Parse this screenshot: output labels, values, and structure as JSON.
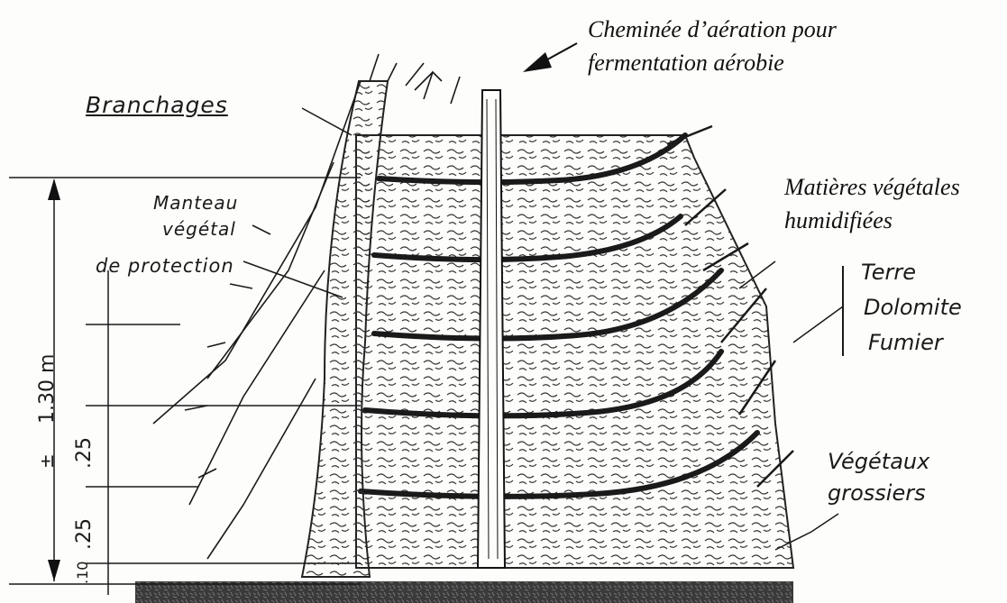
{
  "labels": {
    "cheminee_line1": "Cheminée d’aération pour",
    "cheminee_line2": "fermentation aérobie",
    "matieres_line1": "Matières végétales",
    "matieres_line2": "humidifiées",
    "branchages": "Branchages",
    "manteau_line1": "Manteau",
    "manteau_line2": "végétal",
    "manteau_line3": "de protection",
    "terre": "Terre",
    "dolomite": "Dolomite",
    "fumier": "Fumier",
    "vegetaux_line1": "Végétaux",
    "vegetaux_line2": "grossiers"
  },
  "dimensions": {
    "total_height": "1.30 m",
    "plus_minus": "±",
    "layer_a": ".25",
    "layer_b": ".25",
    "base_layer": ".10"
  },
  "colors": {
    "ink": "#1a1a1a",
    "paper": "#fdfdfb"
  }
}
